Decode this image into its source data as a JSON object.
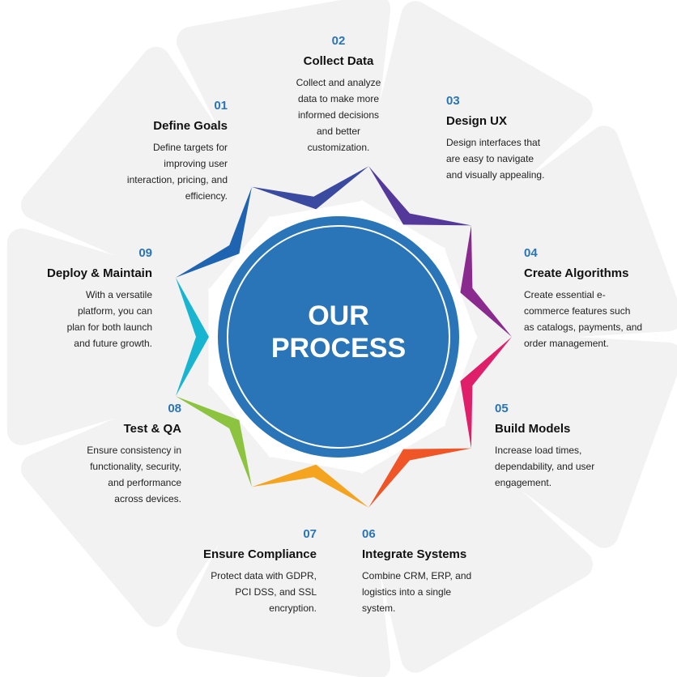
{
  "center": {
    "line1": "OUR",
    "line2": "PROCESS"
  },
  "colors": {
    "circle": "#2a74b8",
    "tile": "#f2f2f3",
    "number": "#2a74b8",
    "chevrons": [
      "#8cc43f",
      "#17b5d0",
      "#1f64b0",
      "#3a4aa0",
      "#54399a",
      "#8a2a8f",
      "#e01f6a",
      "#ef5526",
      "#f5a41f"
    ]
  },
  "steps": [
    {
      "num": "01",
      "title": "Define Goals",
      "desc": [
        "Define targets for",
        "improving user",
        "interaction, pricing, and",
        "efficiency."
      ]
    },
    {
      "num": "02",
      "title": "Collect Data",
      "desc": [
        "Collect and analyze",
        "data to make more",
        "informed decisions",
        "and better",
        "customization."
      ]
    },
    {
      "num": "03",
      "title": "Design UX",
      "desc": [
        "Design interfaces that",
        "are easy to navigate",
        "and visually appealing."
      ]
    },
    {
      "num": "04",
      "title": "Create Algorithms",
      "desc": [
        "Create essential e-",
        "commerce features such",
        "as catalogs, payments, and",
        "order management."
      ]
    },
    {
      "num": "05",
      "title": "Build Models",
      "desc": [
        "Increase load times,",
        "dependability, and user",
        "engagement."
      ]
    },
    {
      "num": "06",
      "title": "Integrate Systems",
      "desc": [
        "Combine CRM, ERP, and",
        "logistics into a single",
        "system."
      ]
    },
    {
      "num": "07",
      "title": "Ensure Compliance",
      "desc": [
        "Protect data with GDPR,",
        "PCI DSS, and SSL",
        "encryption."
      ]
    },
    {
      "num": "08",
      "title": "Test & QA",
      "desc": [
        "Ensure consistency in",
        "functionality, security,",
        "and performance",
        "across devices."
      ]
    },
    {
      "num": "09",
      "title": "Deploy & Maintain",
      "desc": [
        "With a versatile",
        "platform, you can",
        "plan for both launch",
        "and future growth."
      ]
    }
  ]
}
